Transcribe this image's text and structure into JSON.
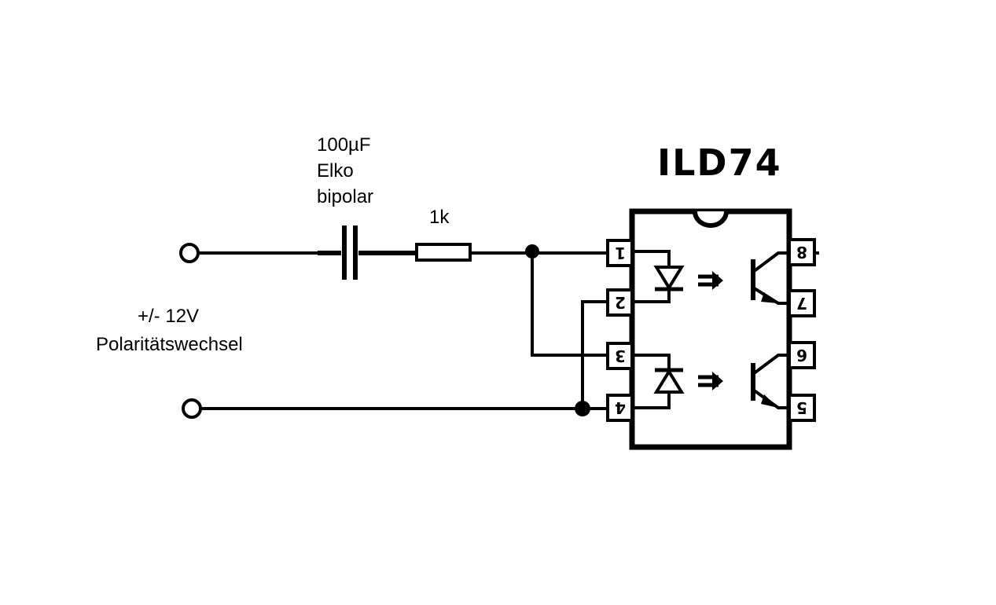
{
  "capacitor": {
    "value": "100µF",
    "type": "Elko",
    "polarity": "bipolar"
  },
  "resistor": {
    "value": "1k"
  },
  "input": {
    "voltage": "+/- 12V",
    "description": "Polaritätswechsel"
  },
  "ic": {
    "name": "ILD74",
    "pins": [
      "1",
      "2",
      "3",
      "4",
      "5",
      "6",
      "7",
      "8"
    ]
  }
}
